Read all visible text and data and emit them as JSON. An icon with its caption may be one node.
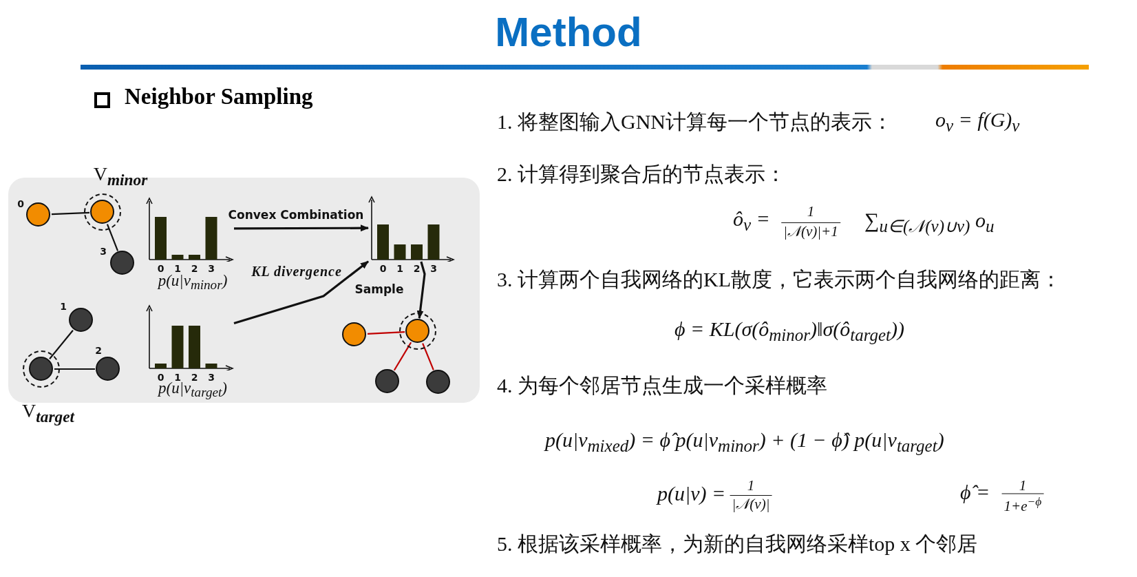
{
  "diagram": {
    "title": "Method",
    "nodes": [
      {
        "text": [],
        "shape": "circle",
        "beside": [
          "0"
        ]
      },
      {
        "text": [],
        "shape": "circle",
        "beside": [
          "V$_{minor}$"
        ]
      },
      {
        "text": [],
        "shape": "circle",
        "beside": [
          "3"
        ]
      },
      {
        "text": [],
        "shape": "picture",
        "beside": [
          "0",
          "1",
          "2",
          "3",
          "p(u|v$_{minor}$)"
        ]
      },
      {
        "text": [],
        "shape": "picture",
        "beside": [
          "0",
          "1",
          "2",
          "3"
        ]
      },
      {
        "text": [],
        "shape": "circle",
        "beside": [
          "1"
        ]
      },
      {
        "text": [],
        "shape": "circle",
        "beside": [
          "V$_{target}$"
        ]
      },
      {
        "text": [],
        "shape": "circle",
        "beside": [
          "2"
        ]
      },
      {
        "text": [],
        "shape": "picture",
        "beside": [
          "0",
          "1",
          "2",
          "3",
          "p(u|v$_{target}$)"
        ]
      },
      {
        "text": [],
        "shape": "circle"
      },
      {
        "text": [],
        "shape": "circle"
      },
      {
        "text": [],
        "shape": "circle"
      },
      {
        "text": [],
        "shape": "circle"
      }
    ],
    "edges": [
      {
        "from": 0,
        "to": 1,
        "arrow": "none"
      },
      {
        "from": 1,
        "to": 2,
        "arrow": "none"
      },
      {
        "from": 6,
        "to": 5,
        "arrow": "none"
      },
      {
        "from": 6,
        "to": 7,
        "arrow": "none"
      },
      {
        "from": 3,
        "to": 4,
        "arrow": "to",
        "label": "Convex Combination"
      },
      {
        "from": 8,
        "to": 4,
        "arrow": "to"
      },
      {
        "from": 4,
        "to": 10,
        "arrow": "to",
        "label": "Sample"
      },
      {
        "from": 9,
        "to": 10,
        "arrow": "none",
        "color": "#c00000"
      },
      {
        "from": 10,
        "to": 11,
        "arrow": "none",
        "color": "#c00000"
      },
      {
        "from": 10,
        "to": 12,
        "arrow": "none",
        "color": "#c00000"
      }
    ],
    "labels": [
      "Neighbor Sampling",
      "1. 将整图输入GNN计算每一个节点的表示：",
      "o$_{v}$ = f(G)$_{v}$",
      "2. 计算得到聚合后的节点表示：",
      "ô$_{v}$ =",
      "1",
      "|𝒩(v)|+1",
      "∑$_{u∈(𝒩(v)∪v)}$ o$_{u}$",
      "3. 计算两个自我网络的KL散度，它表示两个自我网络的距离：",
      "ϕ = KL(σ(ô$_{minor}$)‖σ(ô$_{target}$))",
      "4. 为每个邻居节点生成一个采样概率",
      "p(u|v$_{mixed}$) = ϕ̂ p(u|v$_{minor}$) + (1 − ϕ̂) p(u|v$_{target}$)",
      "p(u|v) =",
      "1",
      "|𝒩(v)|",
      "ϕ̂ =",
      "1",
      "1+e$^{−ϕ}$",
      "5. 根据该采样概率，为新的自我网络采样top x 个邻居",
      "KL divergence"
    ]
  }
}
